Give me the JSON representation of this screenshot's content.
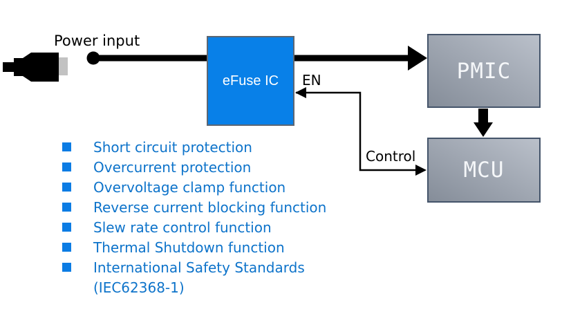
{
  "diagram": {
    "power_input_label": "Power input",
    "efuse": {
      "label": "eFuse IC"
    },
    "pmic": {
      "label": "PMIC"
    },
    "mcu": {
      "label": "MCU"
    },
    "en_label": "EN",
    "control_label": "Control",
    "usb_plug_icon": "usb-plug"
  },
  "features": {
    "items": [
      "Short circuit protection",
      "Overcurrent protection",
      "Overvoltage clamp function",
      "Reverse current blocking function",
      "Slew rate control function",
      "Thermal Shutdown function",
      "International Safety Standards\n(IEC62368-1)"
    ]
  },
  "colors": {
    "efuse_blue": "#0880e8",
    "efuse_border": "#5b6673",
    "bullet_blue": "#0b7ce4",
    "feature_text_blue": "#0d73ca",
    "box_border_dark": "#44546a",
    "box_gradient_start": "#858d99",
    "box_gradient_end": "#bac0ca",
    "connector_black": "#000000",
    "usb_tip_gray": "#c2c2c2"
  }
}
